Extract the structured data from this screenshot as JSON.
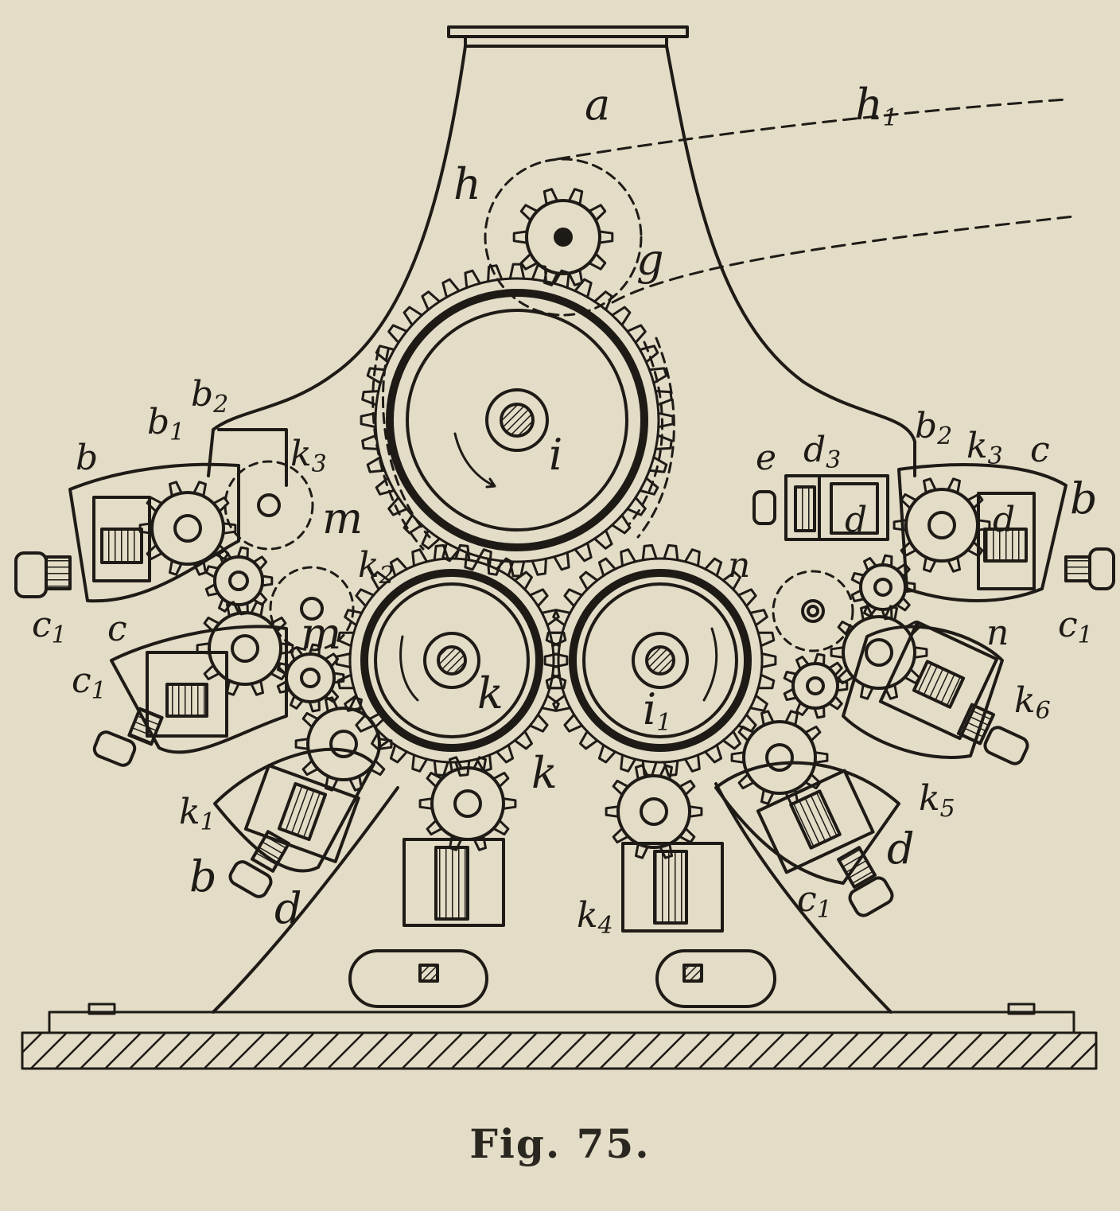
{
  "figure": {
    "caption": "Fig. 75.",
    "ink_color": "#1e1b17",
    "paper_color": "#e3dcc6"
  },
  "labels": {
    "a": "a",
    "h1": "h",
    "h1_sub": "1",
    "h": "h",
    "g": "g",
    "i": "i",
    "b_left": "b",
    "b1_left": "b",
    "b1_left_sub": "1",
    "b2_left": "b",
    "b2_left_sub": "2",
    "k3": "k",
    "k3_sub": "3",
    "m_upper": "m",
    "c1_left_a": "c",
    "c1_left_a_sub": "1",
    "c_left": "c",
    "c1_left_b": "c",
    "c1_left_b_sub": "1",
    "k2": "k",
    "k2_sub": "2",
    "m_lower": "m",
    "k_center": "k",
    "i1": "i",
    "i1_sub": "1",
    "n_upper": "n",
    "n_right": "n",
    "k": "k",
    "k1": "k",
    "k1_sub": "1",
    "b_lower_left": "b",
    "d_lower_left": "d",
    "k4": "k",
    "k4_sub": "4",
    "c1_lower_right": "c",
    "c1_lower_right_sub": "1",
    "d_lower_right": "d",
    "k5": "k",
    "k5_sub": "5",
    "k6": "k",
    "k6_sub": "6",
    "c1_right": "c",
    "c1_right_sub": "1",
    "b_right": "b",
    "e": "e",
    "d3": "d",
    "d3_sub": "3",
    "b2_right": "b",
    "b2_right_sub": "2",
    "k3_right": "k",
    "k3_right_sub": "3",
    "c_right": "c",
    "d_right_inner": "d",
    "d_right_block": "d"
  }
}
